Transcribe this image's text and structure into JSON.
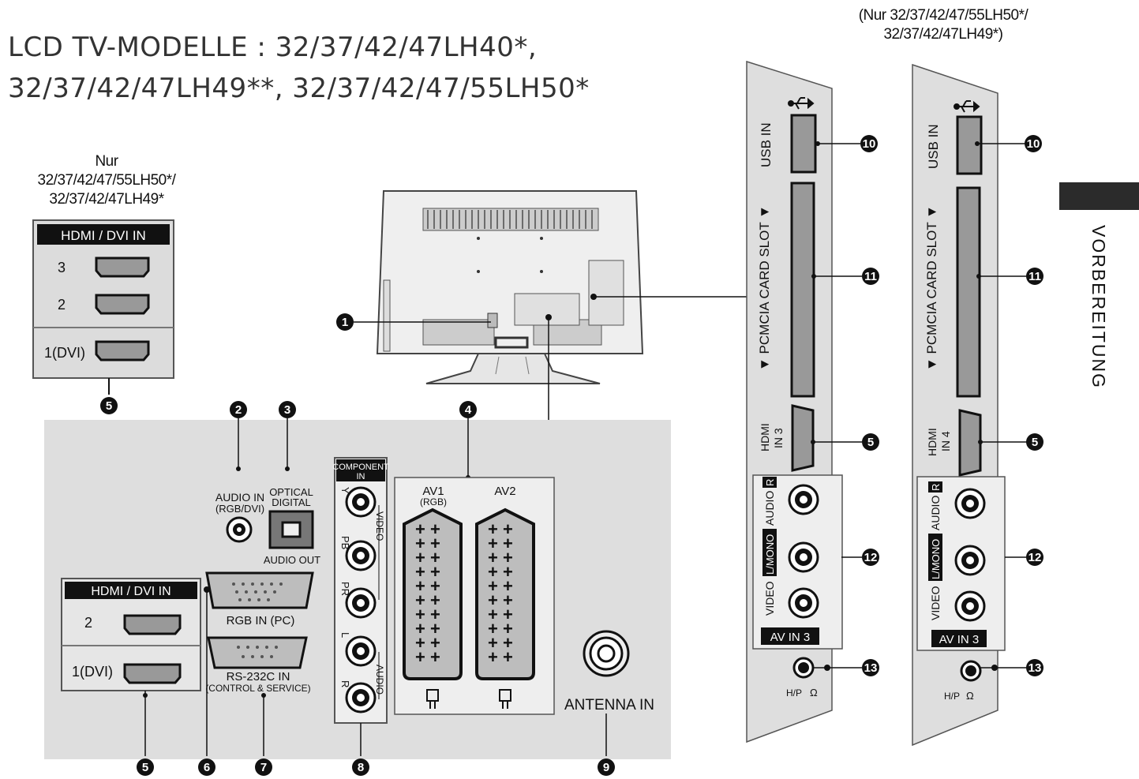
{
  "title": {
    "line1": "LCD TV-MODELLE : 32/37/42/47LH40*,",
    "line2": "32/37/42/47LH49**, 32/37/42/47/55LH50*"
  },
  "notes": {
    "left": [
      "Nur",
      "32/37/42/47/55LH50*/",
      "32/37/42/47LH49*"
    ],
    "right": [
      "(Nur 32/37/42/47/55LH50*/",
      "32/37/42/47LH49*)"
    ]
  },
  "section": "VORBEREITUNG",
  "hdmi_top": {
    "header": "HDMI / DVI IN",
    "ports": [
      "3",
      "2",
      "1(DVI)"
    ]
  },
  "hdmi_bottom": {
    "header": "HDMI / DVI IN",
    "ports": [
      "2",
      "1(DVI)"
    ]
  },
  "rear_panel": {
    "audio_in": [
      "AUDIO IN",
      "(RGB/DVI)"
    ],
    "optical": [
      "OPTICAL",
      "DIGITAL"
    ],
    "audio_out": "AUDIO OUT",
    "rgb_in": "RGB IN (PC)",
    "rs232": [
      "RS-232C IN",
      "(CONTROL & SERVICE)"
    ],
    "component": [
      "COMPONENT",
      "IN"
    ],
    "component_labels": [
      "Y",
      "PB",
      "PR",
      "L",
      "R"
    ],
    "video": "VIDEO",
    "audio": "AUDIO",
    "av1": [
      "AV1",
      "(RGB)"
    ],
    "av2": "AV2",
    "antenna": "ANTENNA IN"
  },
  "side_panel_left": {
    "usb": "USB IN",
    "pcmcia": "▼ PCMCIA CARD SLOT ▼",
    "hdmi": [
      "HDMI",
      "IN 3"
    ],
    "av_labels": [
      "VIDEO",
      "L/MONO",
      "AUDIO",
      "R"
    ],
    "av_header": "AV IN 3",
    "headphone": "H/P"
  },
  "side_panel_right": {
    "usb": "USB IN",
    "pcmcia": "▼ PCMCIA CARD SLOT ▼",
    "hdmi": [
      "HDMI",
      "IN 4"
    ],
    "av_labels": [
      "VIDEO",
      "L/MONO",
      "AUDIO",
      "R"
    ],
    "av_header": "AV IN 3",
    "headphone": "H/P"
  },
  "callouts": [
    "1",
    "2",
    "3",
    "4",
    "5",
    "5",
    "5",
    "5",
    "6",
    "7",
    "8",
    "9",
    "10",
    "10",
    "11",
    "11",
    "12",
    "12",
    "13",
    "13"
  ]
}
